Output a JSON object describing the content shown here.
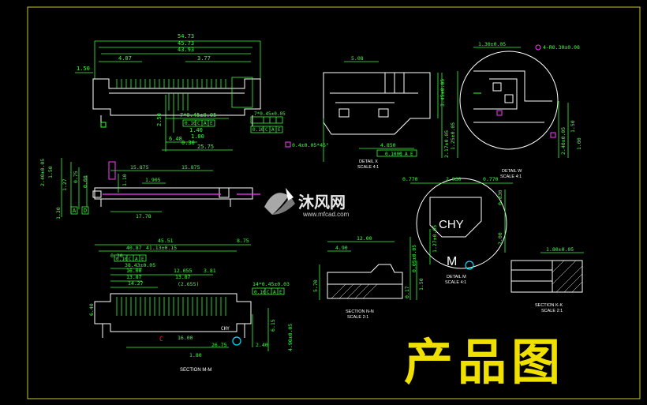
{
  "title_cn": "产品图",
  "watermark": {
    "brand": "沐风网",
    "url": "www.mfcad.com"
  },
  "colors": {
    "background": "#000000",
    "frame": "#c8c832",
    "outline": "#ffffff",
    "dimension": "#39ff3a",
    "accent": "#ff3cff",
    "title": "#f0e000",
    "cyan": "#00e0ff",
    "red": "#ff2020"
  },
  "top_left": {
    "dims": [
      "54.73",
      "45.73",
      "43.93",
      "4.07",
      "3.77",
      "1.50",
      "7*0.45±0.05",
      "2.50",
      "1.40",
      "1.00",
      "0.30",
      "6.48",
      "25.75"
    ],
    "callouts": [
      "7*0.45±0.05",
      "0.10",
      "C",
      "A",
      "E",
      "0.10",
      "C",
      "A",
      "E"
    ]
  },
  "mid_left": {
    "dims": [
      "15.875",
      "15.875",
      "1.905",
      "1.10",
      "17.78",
      "2.40±0.05",
      "1.50",
      "0.75",
      "1.27",
      "0.60",
      "1.30"
    ],
    "tags": [
      "A",
      "D"
    ]
  },
  "bottom_left": {
    "dims": [
      "45.51",
      "41.13±0.15",
      "0.30",
      "40.87",
      "38.43±0.05",
      "16.00",
      "13.87",
      "14.27",
      "12.055",
      "13.87",
      "(2.655)",
      "3.81",
      "8.75",
      "6.40",
      "16.00",
      "6.15",
      "4.90±0.05",
      "26.75",
      "2.40",
      "1.80",
      "14*0.45±0.03"
    ],
    "callouts": [
      "0.10",
      "C",
      "A",
      "E",
      "0.10",
      "C",
      "A",
      "E"
    ],
    "chip_label": "CHY",
    "section": "SECTION M-M"
  },
  "detail_x": {
    "dims": [
      "5.08",
      "3.45±0.05",
      "2.17±0.05",
      "4.850",
      "0.4±0.05*45°"
    ],
    "callouts": [
      "0.1000",
      "C",
      "A",
      "E"
    ],
    "label": "DETAIL X",
    "scale": "SCALE 4:1"
  },
  "detail_w": {
    "dims": [
      "1.30±0.05",
      "4-R0.30±0.08",
      "1.25±0.05",
      "2.40±0.05",
      "1.50",
      "1.00"
    ],
    "label": "DETAIL W",
    "scale": "SCALE 4:1"
  },
  "section_nn": {
    "dims": [
      "12.00",
      "4.90",
      "5.70",
      "0.05±0.05",
      "1.50",
      "0.17"
    ],
    "label": "SECTION N-N",
    "scale": "SCALE 2:1"
  },
  "detail_m": {
    "dims": [
      "2.930",
      "0.770",
      "0.770",
      "0.830",
      "2.00",
      "1.27±0.05"
    ],
    "chip_label": "CHY",
    "letter": "M",
    "label": "DETAIL M",
    "scale": "SCALE 4:1"
  },
  "section_kk": {
    "dims": [
      "1.80±0.05"
    ],
    "label": "SECTION K-K",
    "scale": "SCALE 2:1"
  }
}
